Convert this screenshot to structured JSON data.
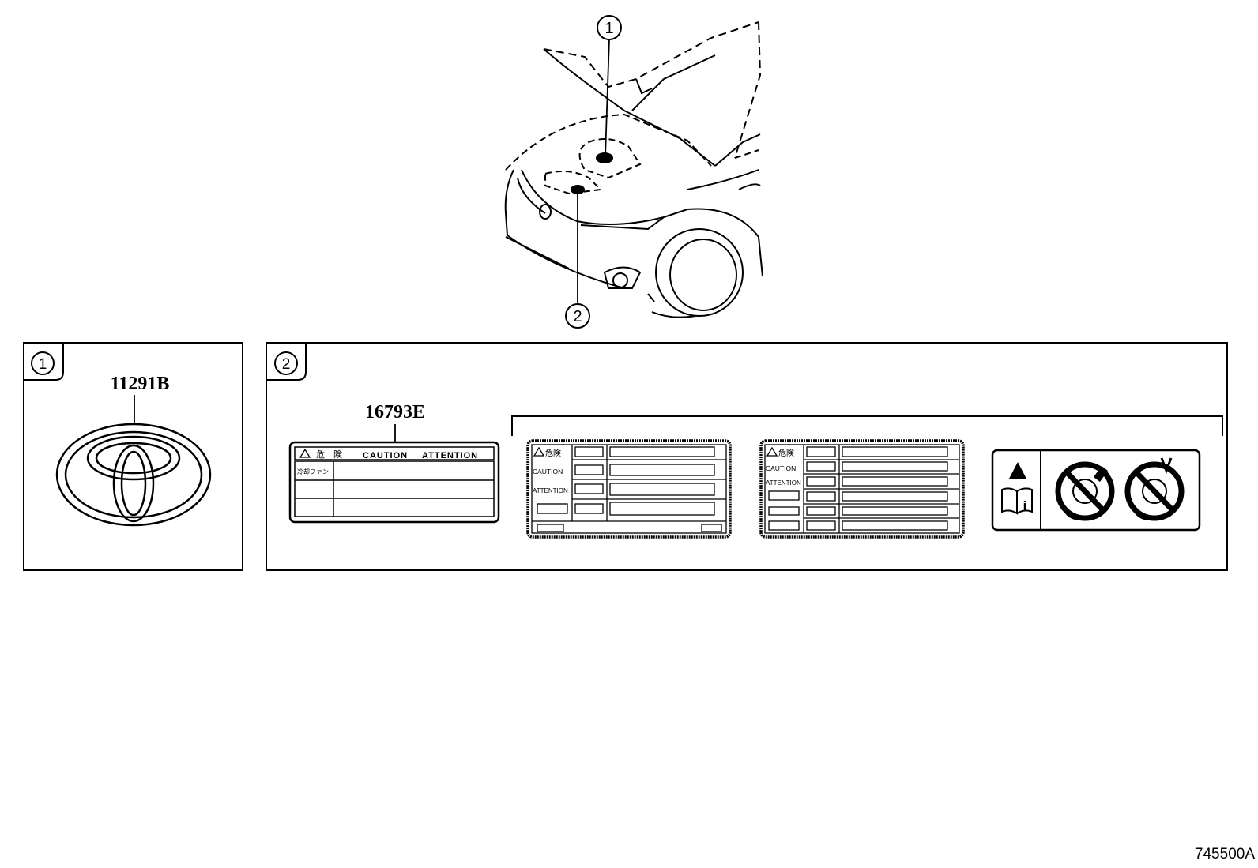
{
  "callouts": {
    "one": "1",
    "two": "2"
  },
  "box1": {
    "tag": "1",
    "part_number": "11291B"
  },
  "box2": {
    "tag": "2",
    "part_number": "16793E",
    "label1": {
      "danger": "危　険",
      "caution": "CAUTION",
      "attention": "ATTENTION",
      "fan": "冷却ファン"
    },
    "label2": {
      "danger": "危険",
      "caution": "CAUTION",
      "attention": "ATTENTION"
    },
    "label3": {
      "danger": "危険",
      "caution": "CAUTION",
      "attention": "ATTENTION"
    },
    "label4": {
      "info": "i"
    }
  },
  "diagram_code": "745500A"
}
